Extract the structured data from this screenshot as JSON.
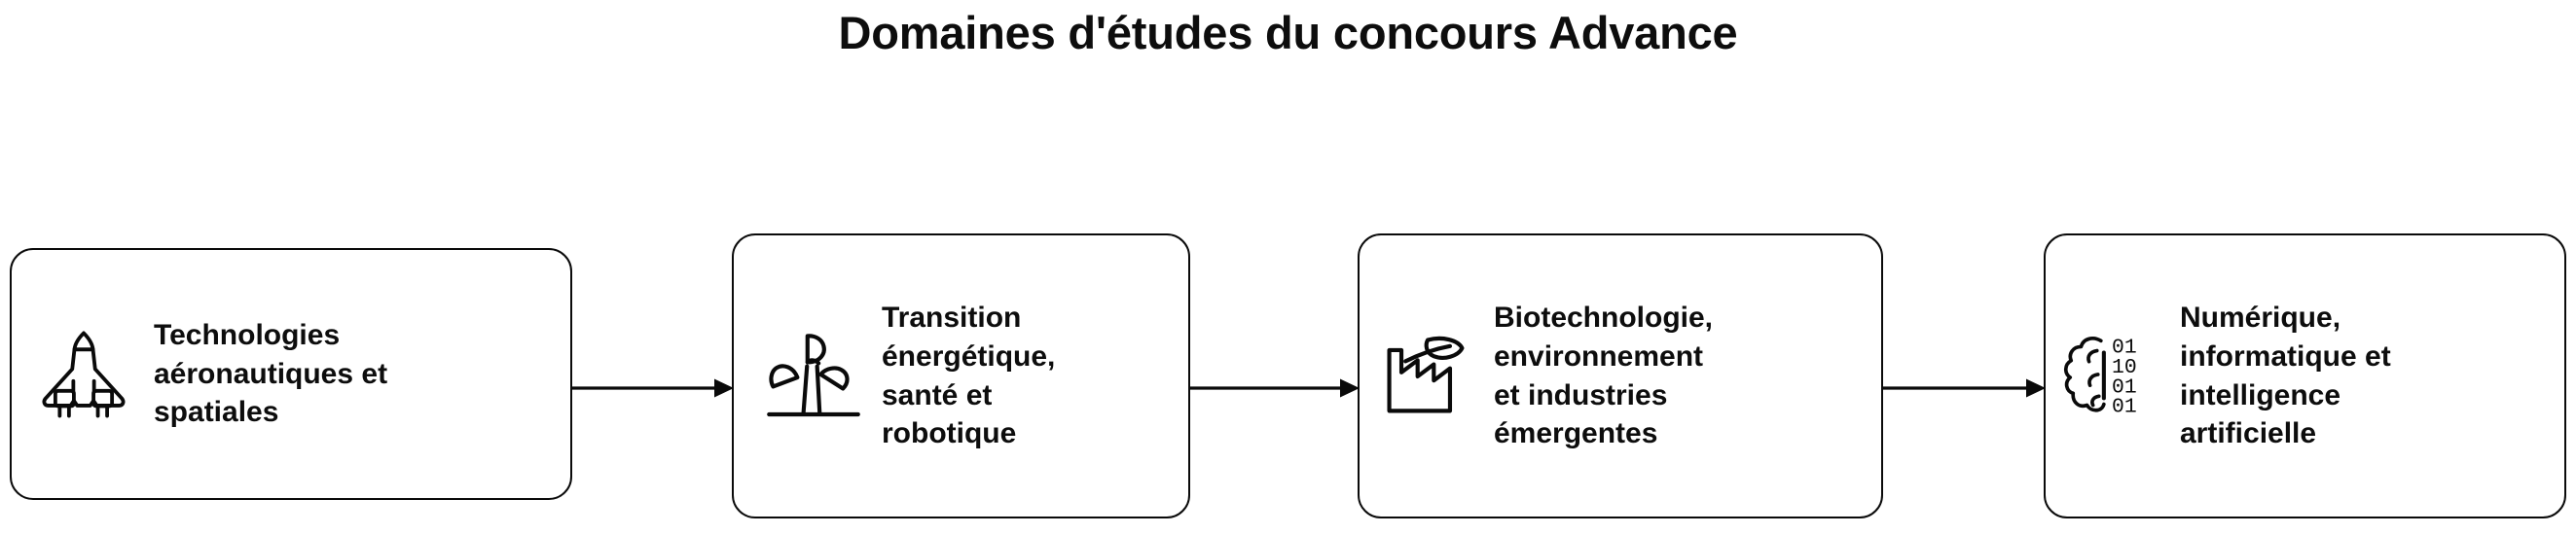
{
  "title": "Domaines d'études du concours Advance",
  "colors": {
    "background": "#ffffff",
    "stroke": "#0a0a0a",
    "text": "#0d0d0d"
  },
  "diagram": {
    "type": "horizontal-flow",
    "node_count": 4,
    "arrow_count": 3,
    "nodes": [
      {
        "id": "node-0",
        "icon": "space-shuttle-icon",
        "label": "Technologies\naéronautiques et\nspatiales",
        "label_lines": [
          "Technologies",
          "aéronautiques et",
          "spatiales"
        ]
      },
      {
        "id": "node-1",
        "icon": "wind-turbine-icon",
        "label": "Transition\nénergétique,\nsanté et\nrobotique",
        "label_lines": [
          "Transition",
          "énergétique,",
          "santé et",
          "robotique"
        ]
      },
      {
        "id": "node-2",
        "icon": "factory-leaf-icon",
        "label": "Biotechnologie,\nenvironnement\net industries\némergentes",
        "label_lines": [
          "Biotechnologie,",
          "environnement",
          "et industries",
          "émergentes"
        ]
      },
      {
        "id": "node-3",
        "icon": "brain-binary-icon",
        "label": "Numérique,\ninformatique et\nintelligence\nartificielle",
        "label_lines": [
          "Numérique,",
          "informatique et",
          "intelligence",
          "artificielle"
        ],
        "binary_rows": [
          "01",
          "10",
          "01",
          "01"
        ]
      }
    ],
    "arrows": [
      {
        "id": "arrow-0",
        "from": "node-0",
        "to": "node-1",
        "direction": "right"
      },
      {
        "id": "arrow-1",
        "from": "node-1",
        "to": "node-2",
        "direction": "right"
      },
      {
        "id": "arrow-2",
        "from": "node-2",
        "to": "node-3",
        "direction": "right"
      }
    ]
  }
}
